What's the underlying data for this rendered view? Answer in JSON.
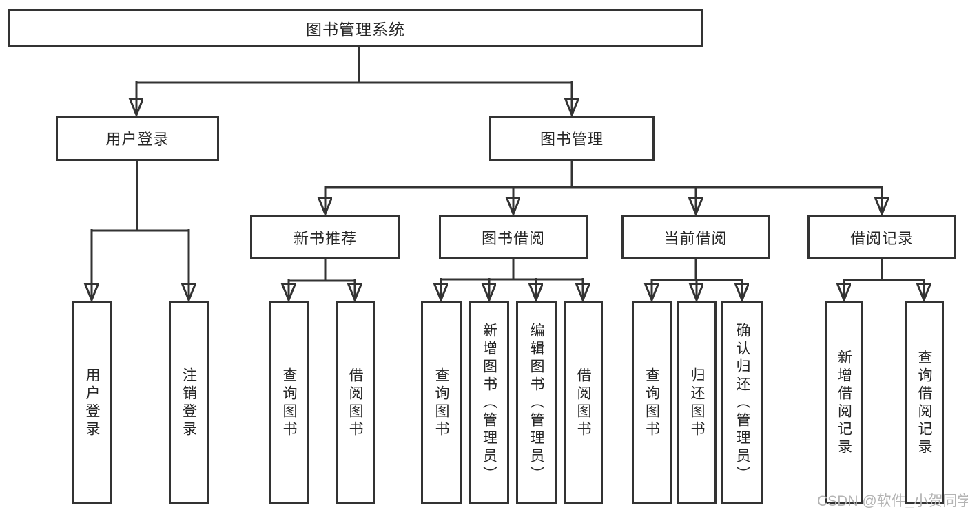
{
  "diagram": {
    "kind": "hierarchy-tree",
    "nodes": {
      "root": {
        "label": "图书管理系统"
      },
      "l2": [
        {
          "label": "用户登录"
        },
        {
          "label": "图书管理"
        }
      ],
      "l3": [
        {
          "label": "新书推荐",
          "parent": "图书管理"
        },
        {
          "label": "图书借阅",
          "parent": "图书管理"
        },
        {
          "label": "当前借阅",
          "parent": "图书管理"
        },
        {
          "label": "借阅记录",
          "parent": "图书管理"
        }
      ],
      "leaves": [
        {
          "label": "用户登录",
          "parent": "用户登录"
        },
        {
          "label": "注销登录",
          "parent": "用户登录"
        },
        {
          "label": "查询图书",
          "parent": "新书推荐"
        },
        {
          "label": "借阅图书",
          "parent": "新书推荐"
        },
        {
          "label": "查询图书",
          "parent": "图书借阅"
        },
        {
          "label": "新增图书（管理员）",
          "parent": "图书借阅"
        },
        {
          "label": "编辑图书（管理员）",
          "parent": "图书借阅"
        },
        {
          "label": "借阅图书",
          "parent": "图书借阅"
        },
        {
          "label": "查询图书",
          "parent": "当前借阅"
        },
        {
          "label": "归还图书",
          "parent": "当前借阅"
        },
        {
          "label": "确认归还（管理员）",
          "parent": "当前借阅"
        },
        {
          "label": "新增借阅记录",
          "parent": "借阅记录"
        },
        {
          "label": "查询借阅记录",
          "parent": "借阅记录"
        }
      ]
    },
    "colors": {
      "line": "#333333",
      "box_border": "#333333",
      "box_fill": "#ffffff",
      "text": "#262626",
      "background": "#ffffff",
      "watermark_text": "#b3b3b3"
    }
  },
  "watermark": {
    "text": "CSDN @软件_小贺同学"
  }
}
